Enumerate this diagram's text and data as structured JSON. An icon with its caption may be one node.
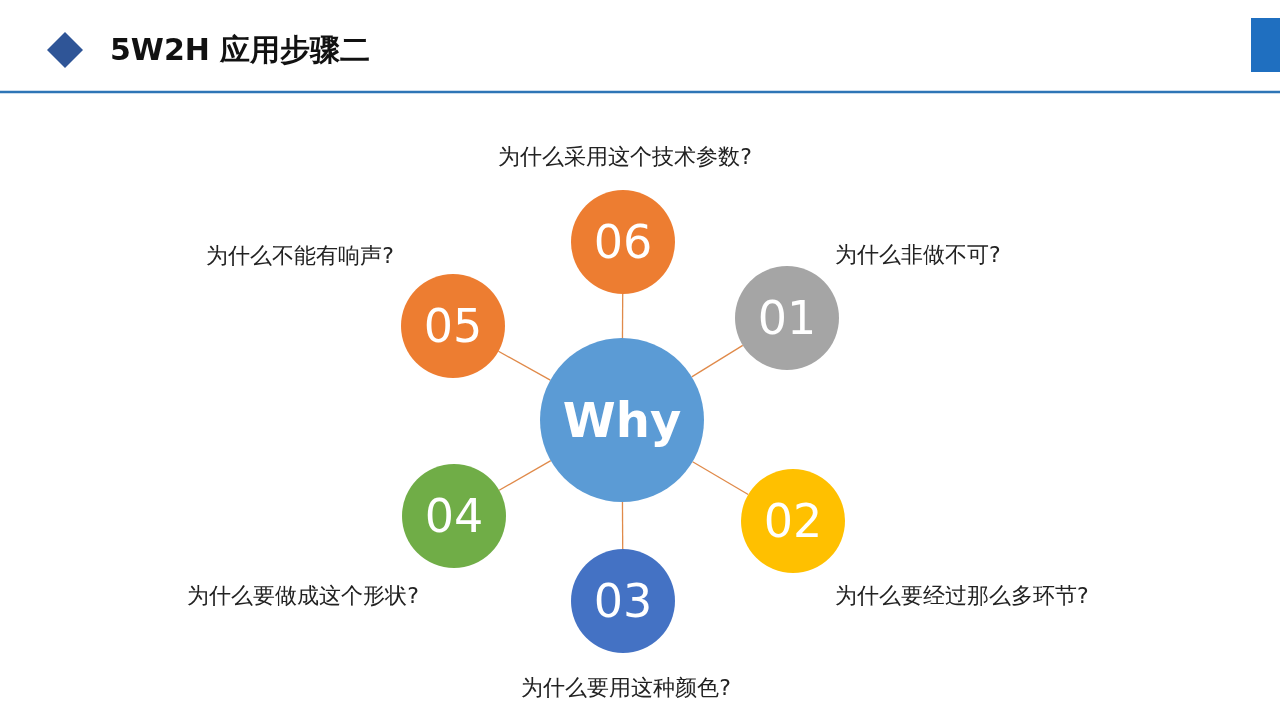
{
  "diagram": {
    "title": "5W2H 应用步骤二",
    "nodes": [
      {
        "text": [
          "Why"
        ]
      },
      {
        "text": [
          "01"
        ],
        "beside": [
          "为什么非做不可?"
        ]
      },
      {
        "text": [
          "02"
        ],
        "beside": [
          "为什么要经过那么多环节?"
        ]
      },
      {
        "text": [
          "03"
        ],
        "beside": [
          "为什么要用这种颜色?"
        ]
      },
      {
        "text": [
          "04"
        ],
        "beside": [
          "为什么要做成这个形状?"
        ]
      },
      {
        "text": [
          "05"
        ],
        "beside": [
          "为什么不能有响声?"
        ]
      },
      {
        "text": [
          "06"
        ],
        "beside": [
          "为什么采用这个技术参数?"
        ]
      }
    ],
    "edges": [
      {
        "from": 0,
        "to": 1,
        "arrow": "none"
      },
      {
        "from": 0,
        "to": 2,
        "arrow": "none"
      },
      {
        "from": 0,
        "to": 3,
        "arrow": "none"
      },
      {
        "from": 0,
        "to": 4,
        "arrow": "none"
      },
      {
        "from": 0,
        "to": 5,
        "arrow": "none"
      },
      {
        "from": 0,
        "to": 6,
        "arrow": "none"
      }
    ]
  }
}
